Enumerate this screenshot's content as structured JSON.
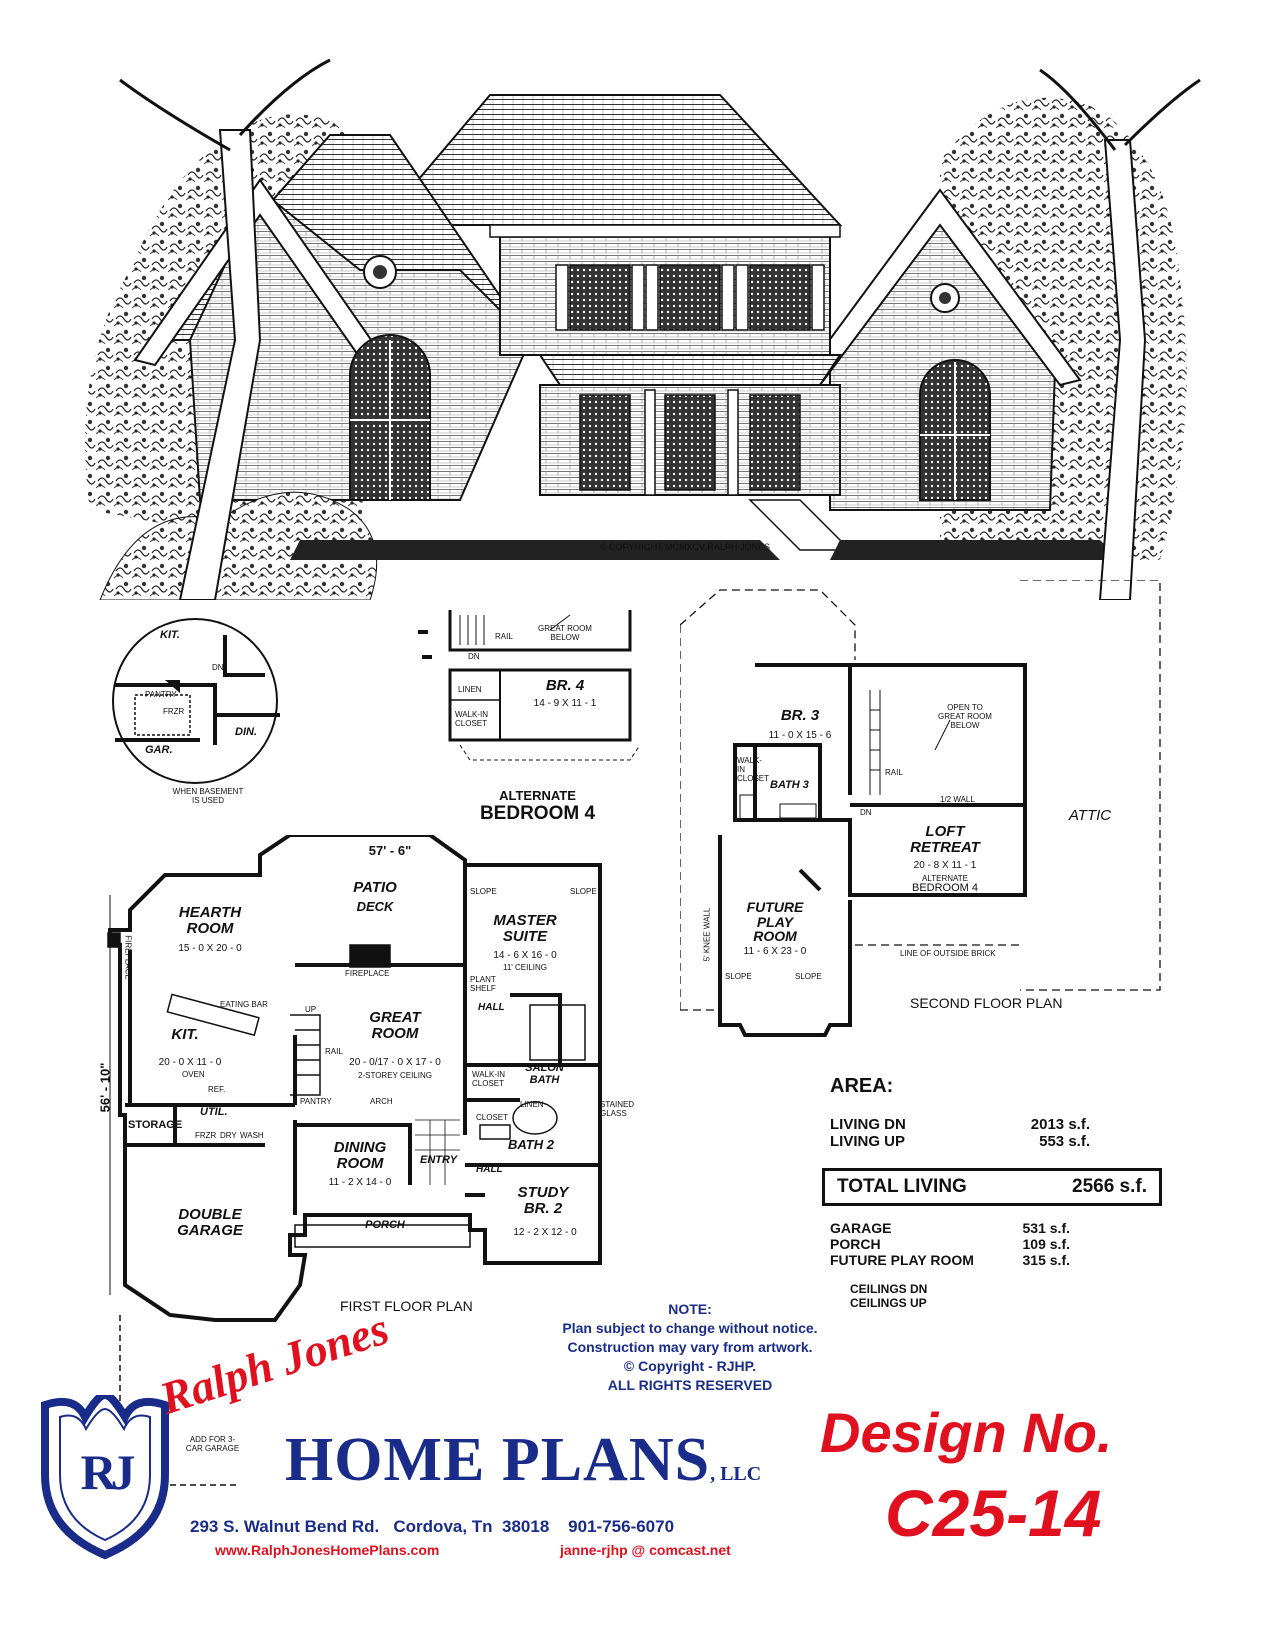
{
  "rendering": {
    "copyright": "© COPYRIGHT MCMXCV RALPH JONES"
  },
  "basement_inset": {
    "kit": "KIT.",
    "pantry": "PANTRY",
    "frzr": "FRZR",
    "dn": "DN",
    "gar": "GAR.",
    "din": "DIN.",
    "caption_line1": "WHEN BASEMENT",
    "caption_line2": "IS USED"
  },
  "alternate_bedroom": {
    "great_room_below": "GREAT ROOM BELOW",
    "rail": "RAIL",
    "dn": "DN",
    "br4_name": "BR. 4",
    "br4_dim": "14 - 9 X 11 - 1",
    "linen": "LINEN",
    "walk_in_closet": "WALK-IN CLOSET",
    "title_line1": "ALTERNATE",
    "title_line2": "BEDROOM 4"
  },
  "first_floor": {
    "width_dim": "57' - 6\"",
    "depth_dim": "56' - 10\"",
    "patio": "PATIO",
    "deck": "DECK",
    "hearth_room": "HEARTH ROOM",
    "hearth_dim": "15 - 0 X 20 - 0",
    "fireplace": "FIREPLACE",
    "master_suite": "MASTER SUITE",
    "master_dim": "14 - 6 X 16 - 0",
    "master_ceiling": "11' CEILING",
    "slope": "SLOPE",
    "plant_shelf": "PLANT SHELF",
    "great_room": "GREAT ROOM",
    "great_dim": "20 - 0/17 - 0 X 17 - 0",
    "great_ceiling": "2-STOREY CEILING",
    "kit": "KIT.",
    "kit_dim": "20 - 0 X 11 - 0",
    "eating_bar": "EATING BAR",
    "oven": "OVEN",
    "ref": "REF.",
    "pantry": "PANTRY",
    "arch": "ARCH",
    "up": "UP",
    "rail": "RAIL",
    "hall": "HALL",
    "salon_bath": "SALON BATH",
    "walk_in_closet": "WALK-IN CLOSET",
    "linen": "LINEN",
    "closet": "CLOSET",
    "stained_glass": "STAINED GLASS",
    "storage": "STORAGE",
    "util": "UTIL.",
    "frzr": "FRZR",
    "dry": "DRY",
    "wash": "WASH",
    "dining_room": "DINING ROOM",
    "dining_dim": "11 - 2 X 14 - 0",
    "entry": "ENTRY",
    "bath2": "BATH 2",
    "study": "STUDY BR. 2",
    "study_dim": "12 - 2 X 12 - 0",
    "double_garage": "DOUBLE GARAGE",
    "porch": "PORCH",
    "add_for": "ADD FOR 3-CAR GARAGE",
    "title": "FIRST FLOOR PLAN"
  },
  "second_floor": {
    "br3": "BR. 3",
    "br3_dim": "11 - 0 X 15 - 6",
    "open_to": "OPEN TO GREAT ROOM BELOW",
    "rail": "RAIL",
    "half_wall": "1/2 WALL",
    "walk_in_closet": "WALK-IN CLOSET",
    "bath3": "BATH 3",
    "dn": "DN",
    "loft": "LOFT RETREAT",
    "loft_dim": "20 - 8 X 11 - 1",
    "alt_line1": "ALTERNATE",
    "alt_line2": "BEDROOM 4",
    "attic": "ATTIC",
    "future_play": "FUTURE PLAY ROOM",
    "future_dim": "11 - 6 X 23 - 0",
    "knee_wall": "5' KNEE WALL",
    "slope": "SLOPE",
    "outside_brick": "LINE OF OUTSIDE BRICK",
    "title": "SECOND FLOOR PLAN"
  },
  "area": {
    "heading": "AREA:",
    "rows_living": [
      {
        "label": "LIVING DN",
        "value": "2013 s.f."
      },
      {
        "label": "LIVING UP",
        "value": "553 s.f."
      }
    ],
    "total_label": "TOTAL LIVING",
    "total_value": "2566 s.f.",
    "rows_other": [
      {
        "label": "GARAGE",
        "value": "531 s.f."
      },
      {
        "label": "PORCH",
        "value": "109 s.f."
      },
      {
        "label": "FUTURE PLAY ROOM",
        "value": "315 s.f."
      }
    ],
    "ceilings_dn": "CEILINGS DN",
    "ceilings_up": "CEILINGS UP"
  },
  "note": {
    "heading": "NOTE:",
    "line1": "Plan subject to change without notice.",
    "line2": "Construction may vary from artwork.",
    "line3": "©   Copyright - RJHP.",
    "line4": "ALL RIGHTS RESERVED"
  },
  "brand": {
    "logo_letters": "RJ",
    "script_name": "Ralph Jones",
    "company": "HOME PLANS",
    "suffix": ", LLC",
    "address": "293 S. Walnut Bend Rd.   Cordova, Tn  38018    901-756-6070",
    "website": "www.RalphJonesHomePlans.com",
    "email": "janne-rjhp @ comcast.net",
    "navy": "#1a2c8a",
    "red": "#e0101e"
  },
  "design": {
    "label": "Design No.",
    "number": "C25-14"
  }
}
